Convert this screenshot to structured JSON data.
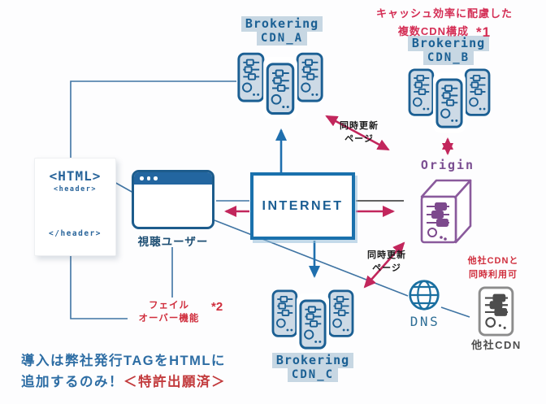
{
  "colors": {
    "primary_blue": "#1b5f93",
    "server_fill": "#cddae6",
    "highlight_band": "#c7d7e3",
    "arrow_crimson": "#c2265c",
    "note_red": "#d42e55",
    "text_red": "#d02e3d",
    "patent_red": "#c23a3c",
    "origin_purple": "#8a5a9c",
    "dns_blue": "#1a6fa0",
    "other_cdn_gray": "#8c8c8c",
    "body_blue": "#2d6da4",
    "connector_blue": "#3f74a3",
    "connector_black": "#2e2e2e"
  },
  "icons": {
    "viewer": "browser-window-icon",
    "cdn_cluster": "server-cluster-icon",
    "origin": "origin-server-3d-icon",
    "dns": "globe-icon",
    "other_cdn": "server-icon"
  },
  "nodes": {
    "html_card": {
      "title": "<HTML>",
      "tag_open": "<header>",
      "tag_close": "</header>"
    },
    "viewer": {
      "label": "視聴ユーザー"
    },
    "internet": {
      "label": "INTERNET"
    },
    "cdn_a": {
      "name": "Brokering",
      "id": "CDN_A"
    },
    "cdn_b": {
      "name": "Brokering",
      "id": "CDN_B"
    },
    "cdn_c": {
      "name": "Brokering",
      "id": "CDN_C"
    },
    "origin": {
      "label": "Origin"
    },
    "dns": {
      "label": "DNS"
    },
    "other_cdn": {
      "label": "他社CDN"
    }
  },
  "annotations": {
    "cache_note": {
      "line1": "キャッシュ効率に配慮した",
      "line2": "複数CDN構成",
      "ref": "*1"
    },
    "sync_top": {
      "line1": "同時更新",
      "line2": "ページ"
    },
    "sync_bottom": {
      "line1": "同時更新",
      "line2": "ページ"
    },
    "failover": {
      "line1": "フェイル",
      "line2": "オーバー機能",
      "ref": "*2"
    },
    "other_cdn_note": {
      "line1": "他社CDNと",
      "line2": "同時利用可"
    },
    "bottom": {
      "line1": "導入は弊社発行TAGをHTMLに",
      "line2_lead": "追加するのみ！",
      "line2_patent": "＜特許出願済＞"
    }
  }
}
